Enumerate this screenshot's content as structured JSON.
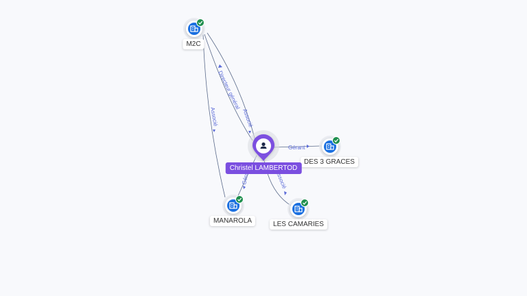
{
  "colors": {
    "background": "#f8f9fc",
    "company_blue": "#1a6fe0",
    "verified_green": "#1f8f4e",
    "person_purple": "#7b4fe0",
    "edge": "#5a6a8a",
    "edge_label": "#5b6bd8"
  },
  "person": {
    "name": "Christel LAMBERTOD",
    "icon": "user-icon"
  },
  "companies": [
    {
      "id": "m2c",
      "name": "M2C",
      "icon": "building-icon",
      "verified": true
    },
    {
      "id": "des3graces",
      "name": "DES 3 GRACES",
      "icon": "building-icon",
      "verified": true
    },
    {
      "id": "manarola",
      "name": "MANAROLA",
      "icon": "building-icon",
      "verified": true
    },
    {
      "id": "lescamaries",
      "name": "LES CAMARIES",
      "icon": "building-icon",
      "verified": true
    }
  ],
  "edges": [
    {
      "id": "e1",
      "from": "person",
      "to": "m2c",
      "label": "Directeur général"
    },
    {
      "id": "e2",
      "from": "person",
      "to": "m2c",
      "label": "Associé"
    },
    {
      "id": "e3",
      "from": "manarola",
      "to": "m2c",
      "label": "Associé"
    },
    {
      "id": "e4",
      "from": "person",
      "to": "des3graces",
      "label": "Gérant"
    },
    {
      "id": "e5",
      "from": "person",
      "to": "manarola",
      "label": "Gérant"
    },
    {
      "id": "e6",
      "from": "person",
      "to": "lescamaries",
      "label": "Associé"
    }
  ]
}
